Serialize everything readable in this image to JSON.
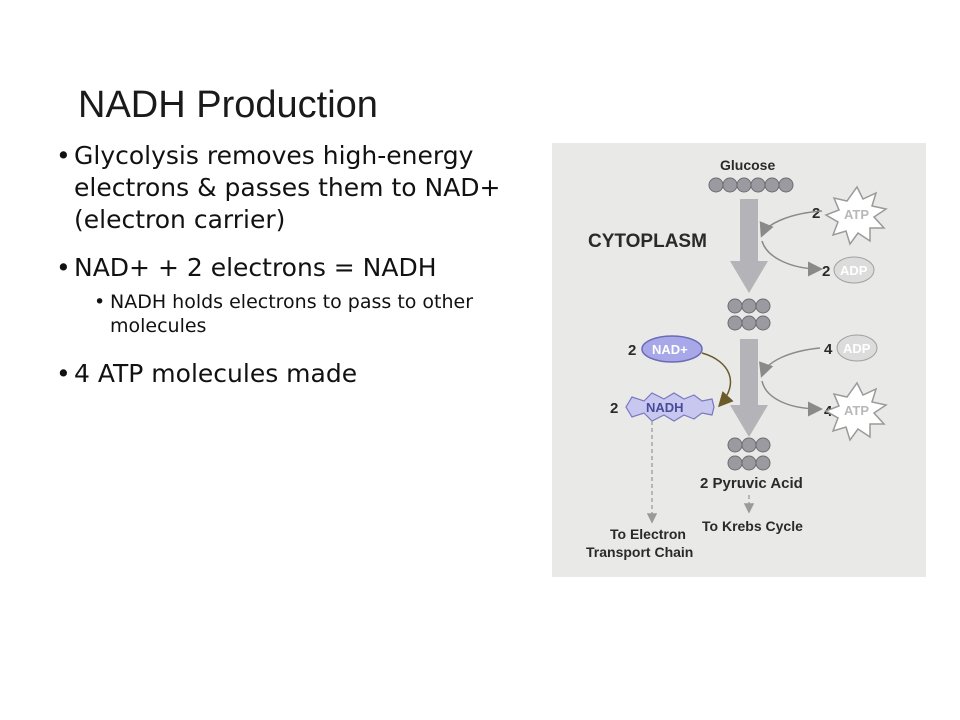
{
  "slide": {
    "title": "NADH Production",
    "bullets": [
      {
        "text": "Glycolysis removes high-energy electrons & passes them to NAD+ (electron carrier)"
      },
      {
        "text": "NAD+ + 2 electrons = NADH"
      },
      {
        "text": "NADH holds electrons to pass to other molecules"
      },
      {
        "text": "4 ATP molecules made"
      }
    ],
    "bullet_glyph": "•"
  },
  "diagram": {
    "glucose_label": "Glucose",
    "cytoplasm_label": "CYTOPLASM",
    "atp_in": {
      "count": "2",
      "label": "ATP"
    },
    "adp_out": {
      "count": "2",
      "label": "ADP"
    },
    "adp_in": {
      "count": "4",
      "label": "ADP"
    },
    "atp_out": {
      "count": "4",
      "label": "ATP"
    },
    "nad_in": {
      "count": "2",
      "label": "NAD+"
    },
    "nadh_out": {
      "count": "2",
      "label": "NADH"
    },
    "pyruvic_label": "2 Pyruvic Acid",
    "to_etc_line1": "To Electron",
    "to_etc_line2": "Transport Chain",
    "to_krebs": "To Krebs Cycle",
    "colors": {
      "background": "#e9e9e7",
      "arrow": "#b3b3b8",
      "molecule": "#9a9aa0",
      "nad_fill": "#a8a8e8",
      "nadh_fill": "#c7c7f0",
      "atp_outline": "#9a9a9a",
      "adp_fill": "#d9d9d9",
      "curve_arrow": "#6b5a2a"
    }
  }
}
